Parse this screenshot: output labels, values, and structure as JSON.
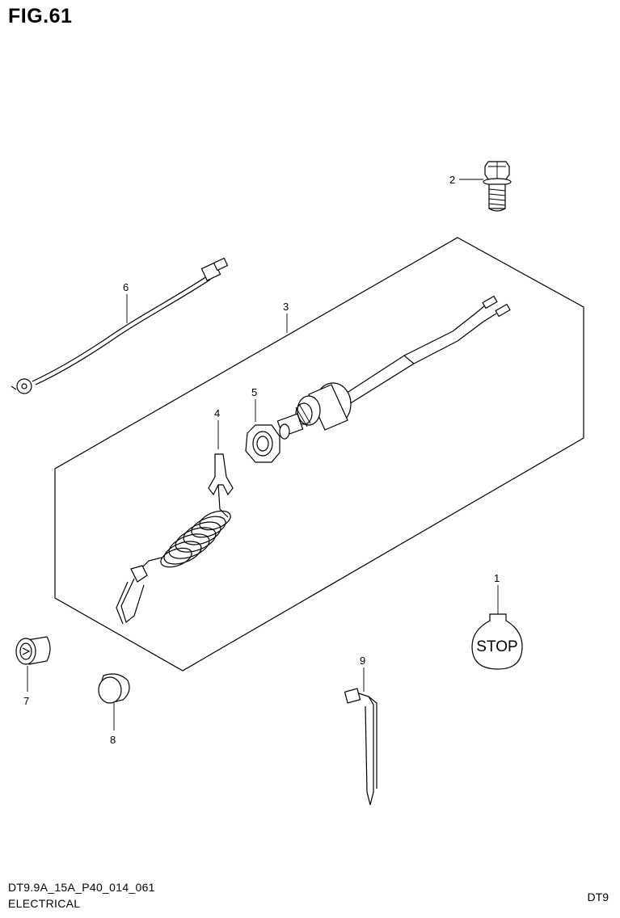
{
  "figure": {
    "title": "FIG.61",
    "code_line_1": "DT9.9A_15A_P40_014_061",
    "code_line_2": "ELECTRICAL",
    "model": "DT9"
  },
  "parts": [
    {
      "callout": "1",
      "decal_text": "STOP"
    },
    {
      "callout": "2"
    },
    {
      "callout": "3"
    },
    {
      "callout": "4"
    },
    {
      "callout": "5"
    },
    {
      "callout": "6"
    },
    {
      "callout": "7"
    },
    {
      "callout": "8"
    },
    {
      "callout": "9"
    }
  ]
}
